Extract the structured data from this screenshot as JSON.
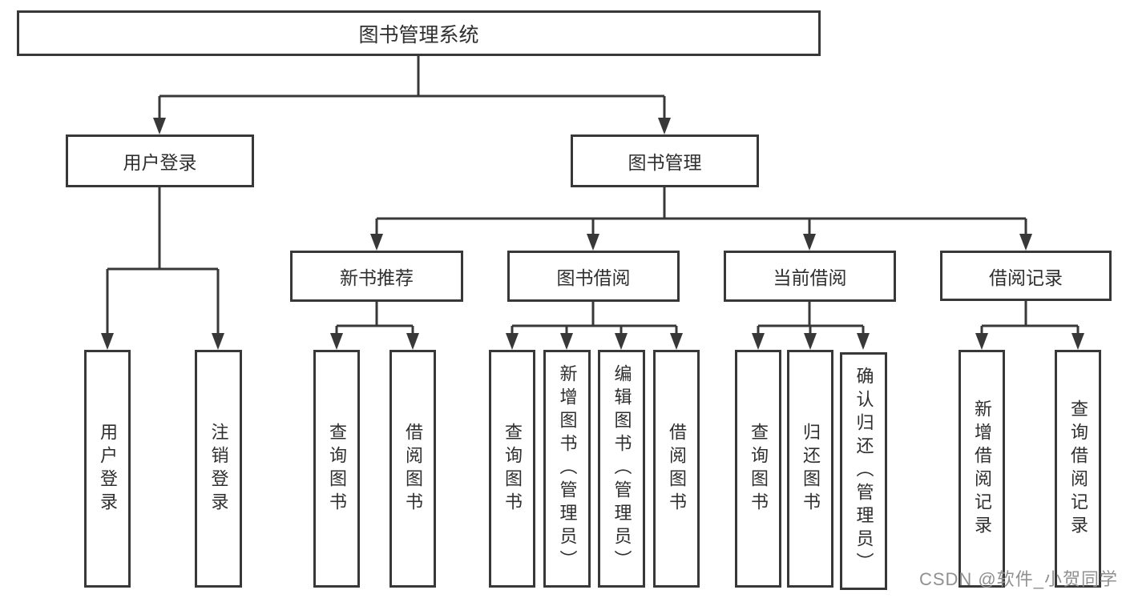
{
  "title": "图书管理系统",
  "colors": {
    "line": "#383838",
    "box_border": "#383838",
    "text": "#2f2f2f",
    "watermark": "#909090",
    "background": "#ffffff"
  },
  "level2": {
    "user_login": "用户登录",
    "book_mgmt": "图书管理"
  },
  "level3": {
    "new_book_rec": "新书推荐",
    "book_borrow": "图书借阅",
    "current_borrow": "当前借阅",
    "borrow_records": "借阅记录"
  },
  "leaves": {
    "a1": "用户登录",
    "a2": "注销登录",
    "b1": "查询图书",
    "b2": "借阅图书",
    "c1": "查询图书",
    "c2": "新增图书（管理员）",
    "c3": "编辑图书（管理员）",
    "c4": "借阅图书",
    "d1": "查询图书",
    "d2": "归还图书",
    "d3": "确认归还（管理员）",
    "e1": "新增借阅记录",
    "e2": "查询借阅记录"
  },
  "watermark": "CSDN @软件_小贺同学"
}
